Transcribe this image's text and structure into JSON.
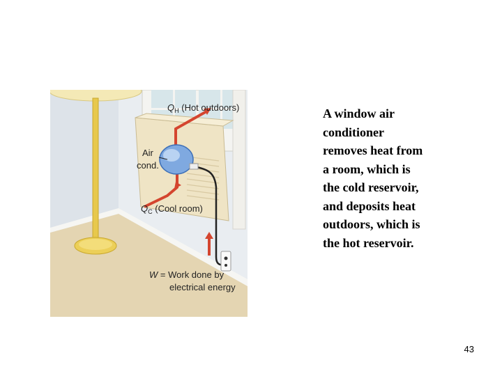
{
  "figure": {
    "qh_label": {
      "symbol": "Q",
      "sub": "H",
      "text": " (Hot outdoors)"
    },
    "qc_label": {
      "symbol": "Q",
      "sub": "C",
      "text": " (Cool room)"
    },
    "ac_label": [
      "Air",
      "cond."
    ],
    "work_label": {
      "symbol": "W",
      "line1_rest": " = Work done by",
      "line2": "electrical energy"
    }
  },
  "caption": {
    "lines": [
      "A window air",
      "conditioner",
      "removes heat from",
      "a room, which is",
      "the cold reservoir,",
      "and deposits heat",
      "outdoors, which is",
      "the hot reservoir."
    ]
  },
  "page_number": "43"
}
